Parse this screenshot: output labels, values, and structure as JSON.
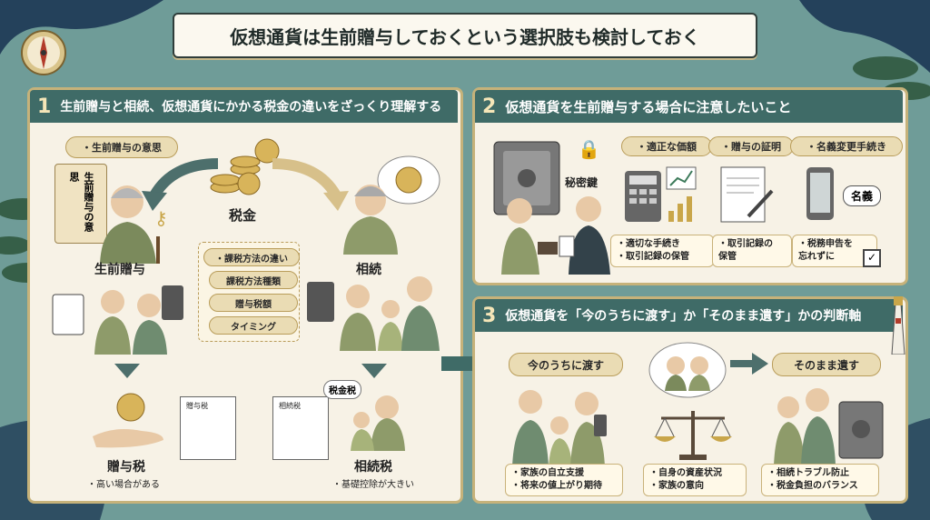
{
  "title": "仮想通貨は生前贈与しておくという選択肢も検討しておく",
  "section1": {
    "num": "1",
    "heading": "生前贈与と相続、仮想通貨にかかる税金の違いをざっくり理解する",
    "intent_pill": "・生前贈与の意思",
    "scroll_text": "生前贈与の意思",
    "tax_label": "税金",
    "gift_label": "生前贈与",
    "inherit_label": "相続",
    "differences": [
      "・課税方法の違い",
      "課税方法種類",
      "贈与税額",
      "タイミング"
    ],
    "gift_tax_label": "贈与税",
    "gift_tax_note": "・高い場合がある",
    "inherit_tax_label": "相続税",
    "inherit_tax_note": "・基礎控除が大きい",
    "doc_gift": "贈与税",
    "doc_inherit": "相続税",
    "bubble_tax": "税金税"
  },
  "section2": {
    "num": "2",
    "heading": "仮想通貨を生前贈与する場合に注意したいこと",
    "secret_key": "秘密鍵",
    "pills": [
      "・適正な価額",
      "・贈与の証明",
      "・名義変更手続き"
    ],
    "notes": [
      [
        "・適切な手続き",
        "・取引記録の保管"
      ],
      [
        "・取引記録の",
        "保管"
      ],
      [
        "・税務申告を",
        "忘れずに"
      ]
    ],
    "name_tag": "名義"
  },
  "section3": {
    "num": "3",
    "heading": "仮想通貨を「今のうちに渡す」か「そのまま遺す」かの判断軸",
    "now_label": "今のうちに渡す",
    "keep_label": "そのまま遺す",
    "notes": [
      [
        "・家族の自立支援",
        "・将来の値上がり期待"
      ],
      [
        "・自身の資産状況",
        "・家族の意向"
      ],
      [
        "・相続トラブル防止",
        "・税金負担のバランス"
      ]
    ]
  },
  "colors": {
    "teal": "#3f6b67",
    "gold": "#c6b27a",
    "cream": "#f7f2e6",
    "bg": "#6f9c98"
  }
}
